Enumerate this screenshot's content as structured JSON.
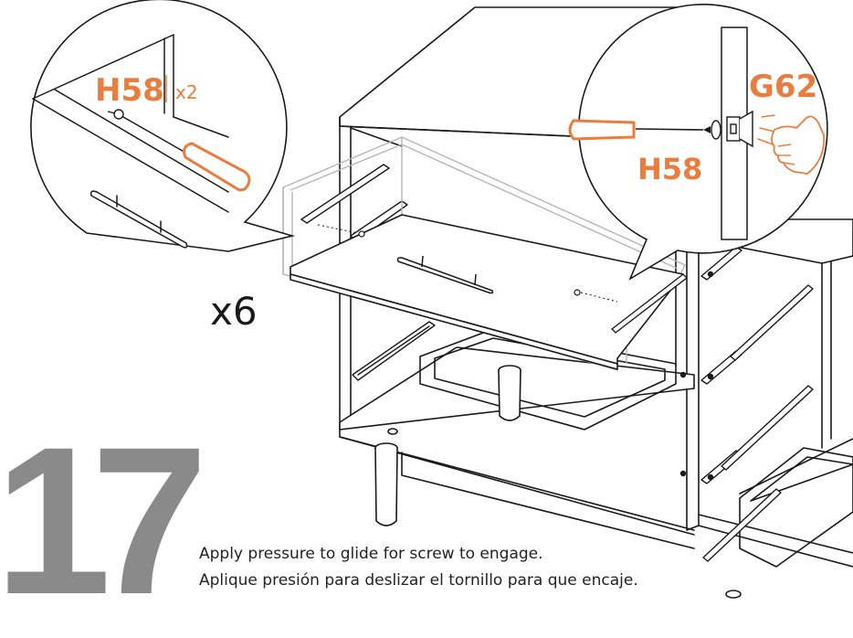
{
  "step": {
    "number": "17",
    "quantity": "x6"
  },
  "callouts": {
    "left": {
      "part": "H58",
      "count": "x2"
    },
    "right": {
      "screw_part": "H58",
      "clip_part": "G62"
    }
  },
  "instructions": [
    "Apply pressure to glide for screw to engage.",
    "Aplique presión para deslizar el tornillo para que encaje."
  ],
  "colors": {
    "accent": "#e87d3e",
    "line": "#1a1a1a",
    "step_number": "#8a8a8a",
    "ghost": "#b5b5b5"
  }
}
